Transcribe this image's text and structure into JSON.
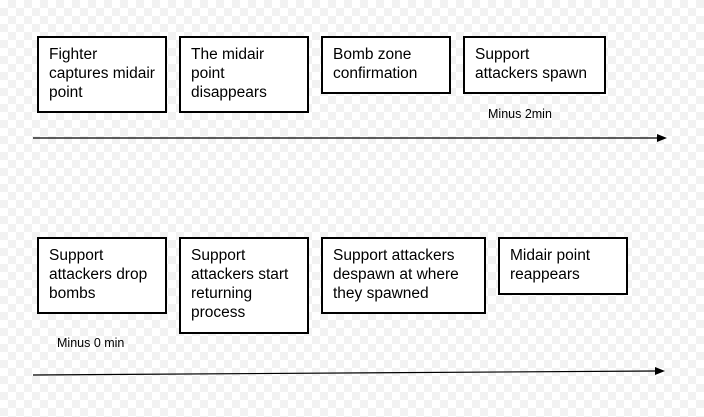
{
  "row1": {
    "boxes": [
      {
        "text": "Fighter captures midair point"
      },
      {
        "text": "The midair point disappears"
      },
      {
        "text": "Bomb zone confirmation"
      },
      {
        "text": "Support attackers spawn"
      }
    ],
    "note": "Minus 2min"
  },
  "row2": {
    "boxes": [
      {
        "text": "Support attackers drop bombs"
      },
      {
        "text": "Support attackers start returning process"
      },
      {
        "text": "Support attackers despawn at where they spawned"
      },
      {
        "text": "Midair point reappears"
      }
    ],
    "note": "Minus 0 min"
  }
}
